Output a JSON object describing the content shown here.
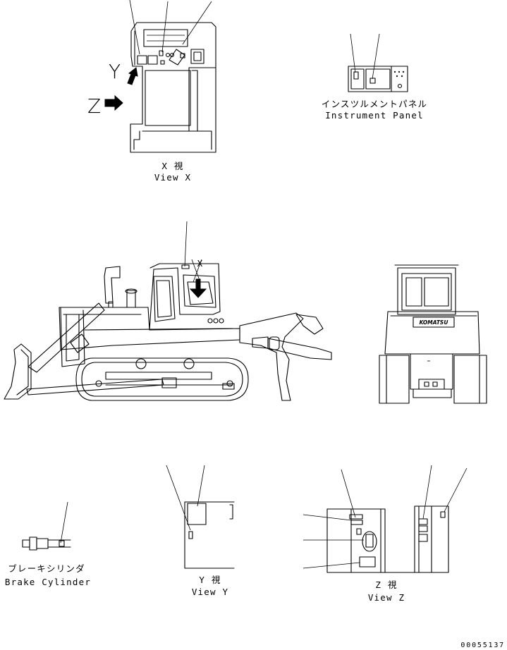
{
  "view_x": {
    "title_jp": "X 視",
    "title_en": "View X",
    "arrow_y": "Y",
    "arrow_z": "Z"
  },
  "instrument_panel": {
    "title_jp": "インスツルメントパネル",
    "title_en": "Instrument Panel"
  },
  "side_view": {
    "callout": "X"
  },
  "rear_view": {
    "brand": "KOMATSU"
  },
  "brake_cylinder": {
    "title_jp": "ブレーキシリンダ",
    "title_en": "Brake Cylinder"
  },
  "view_y": {
    "title_jp": "Y 視",
    "title_en": "View Y"
  },
  "view_z": {
    "title_jp": "Z 視",
    "title_en": "View Z"
  },
  "part_number": "00055137"
}
